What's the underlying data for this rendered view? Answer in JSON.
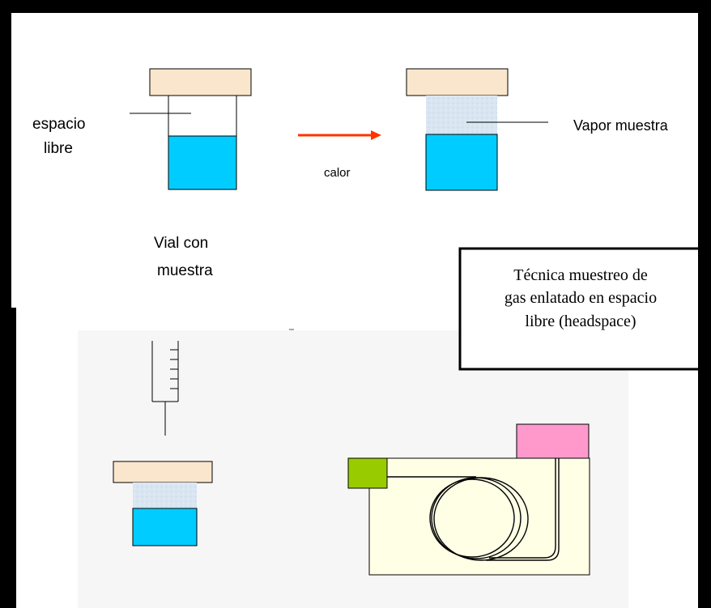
{
  "labels": {
    "headspace": [
      "espacio",
      "libre"
    ],
    "heat": "calor",
    "vapor": "Vapor muestra",
    "vial_caption": [
      "Vial con",
      "muestra"
    ]
  },
  "technique_box": {
    "lines": [
      "Técnica muestreo de",
      "gas enlatado en espacio",
      "libre (headspace)"
    ]
  },
  "colors": {
    "cap": "#fae6cc",
    "liquid": "#00ccff",
    "vapor": "#d6e4f0",
    "arrow": "#ff3300",
    "injector": "#99cc00",
    "detector": "#ff99cc",
    "oven": "#ffffe6",
    "lower_panel_bg": "#f7f7f7",
    "frame": "#000000"
  },
  "icons": {
    "syringe": "syringe-icon",
    "gc_column": "coiled-column-icon"
  }
}
